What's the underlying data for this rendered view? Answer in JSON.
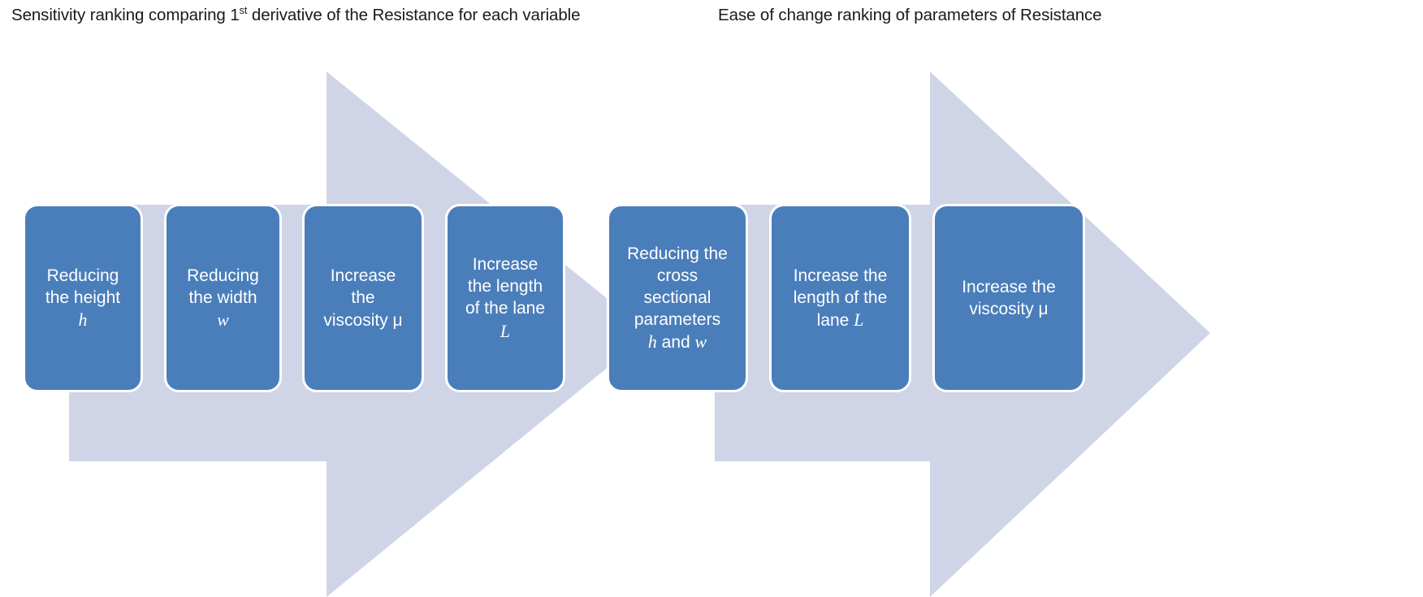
{
  "titles": {
    "left": {
      "part1": "Sensitivity ranking comparing 1",
      "sup": "st",
      "part2": " derivative of the Resistance for each variable"
    },
    "right": {
      "full": "Ease of change ranking of parameters of Resistance"
    }
  },
  "colors": {
    "box_fill": "#4A7EBB",
    "box_border": "#FFFFFF",
    "arrow_fill": "#CFD5E7",
    "background": "#FFFFFF",
    "title_text": "#1A1A1A",
    "box_text": "#FFFFFF"
  },
  "diagrams": [
    {
      "name": "sensitivity-ranking",
      "arrow_direction": "right",
      "steps": [
        {
          "rank": 1,
          "lines": [
            "Reducing",
            "the height",
            "h"
          ],
          "variable": "h",
          "plain_text": "Reducing the height h"
        },
        {
          "rank": 2,
          "lines": [
            "Reducing",
            "the width",
            "w"
          ],
          "variable": "w",
          "plain_text": "Reducing the width w"
        },
        {
          "rank": 3,
          "lines": [
            "Increase",
            "the",
            "viscosity μ"
          ],
          "variable": "μ",
          "plain_text": "Increase the viscosity μ"
        },
        {
          "rank": 4,
          "lines": [
            "Increase",
            "the length",
            "of the lane",
            "L"
          ],
          "variable": "L",
          "plain_text": "Increase the length of the lane L"
        }
      ]
    },
    {
      "name": "ease-of-change-ranking",
      "arrow_direction": "right",
      "steps": [
        {
          "rank": 1,
          "lines": [
            "Reducing the",
            "cross",
            "sectional",
            "parameters",
            "h and w"
          ],
          "variable": "h and w",
          "plain_text": "Reducing the cross sectional parameters h and w"
        },
        {
          "rank": 2,
          "lines": [
            "Increase the",
            "length of the",
            "lane L"
          ],
          "variable": "L",
          "plain_text": "Increase the length of the lane L"
        },
        {
          "rank": 3,
          "lines": [
            "Increase the",
            "viscosity μ"
          ],
          "variable": "μ",
          "plain_text": "Increase the viscosity μ"
        }
      ]
    }
  ]
}
